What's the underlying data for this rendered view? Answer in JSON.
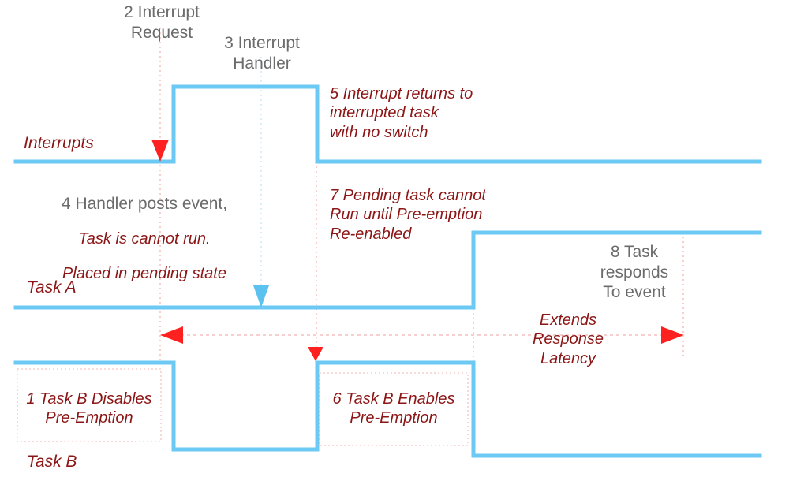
{
  "meta": {
    "title": "Pre-emption disabled interrupt latency timing diagram",
    "colors": {
      "waveform_blue": "#6bc9f4",
      "annotation_red": "#8c1616",
      "annotation_gray": "#6b6b6b",
      "arrow_red": "#ff2020",
      "arrow_blue": "#5bc2f0",
      "guide_dotted": "#f7cfcf",
      "background": "#ffffff"
    }
  },
  "lanes": [
    {
      "id": "interrupts",
      "label": "Interrupts"
    },
    {
      "id": "task_a",
      "label": "Task A"
    },
    {
      "id": "task_b",
      "label": "Task B"
    }
  ],
  "annotations": [
    {
      "id": "step-2",
      "style": "gray",
      "align": "center",
      "text": "2 Interrupt\nRequest"
    },
    {
      "id": "step-3",
      "style": "gray",
      "align": "center",
      "text": "3 Interrupt\nHandler"
    },
    {
      "id": "step-5",
      "style": "red",
      "align": "left",
      "text": "5 Interrupt returns to\ninterrupted task\nwith no switch"
    },
    {
      "id": "step-4",
      "style": "mixed",
      "align": "center",
      "line1_gray": "4 Handler posts event,",
      "line2_red": "Task is cannot run.",
      "line3_red": "Placed in pending state"
    },
    {
      "id": "step-7",
      "style": "red",
      "align": "left",
      "text": "7 Pending task cannot\nRun until Pre-emption\nRe-enabled"
    },
    {
      "id": "step-8",
      "style": "gray",
      "align": "center",
      "text": "8 Task\nresponds\nTo event"
    },
    {
      "id": "step-1",
      "style": "red",
      "align": "center",
      "text": "1 Task B Disables\nPre-Emption"
    },
    {
      "id": "step-6",
      "style": "red",
      "align": "center",
      "text": "6 Task B Enables\nPre-Emption"
    },
    {
      "id": "latency",
      "style": "red",
      "align": "center",
      "text": "Extends\nResponse\nLatency"
    }
  ],
  "chart_data": {
    "type": "line",
    "title": "Pre-emption disabled interrupt latency timing diagram",
    "xlabel": "",
    "ylabel": "",
    "grid": false,
    "legend": "none",
    "xlim": [
      20,
      963
    ],
    "series": [
      {
        "name": "Interrupts",
        "level_high_y": 110,
        "level_low_y": 205,
        "points": [
          {
            "x": 20,
            "state": "low"
          },
          {
            "x": 220,
            "state": "rise"
          },
          {
            "x": 402,
            "state": "fall"
          },
          {
            "x": 963,
            "state": "low"
          }
        ]
      },
      {
        "name": "Task A",
        "level_high_y": 295,
        "level_low_y": 392,
        "points": [
          {
            "x": 20,
            "state": "low"
          },
          {
            "x": 600,
            "state": "rise"
          },
          {
            "x": 963,
            "state": "high"
          }
        ]
      },
      {
        "name": "Task B",
        "level_high_y": 460,
        "level_low_y": 570,
        "points": [
          {
            "x": 20,
            "state": "high"
          },
          {
            "x": 220,
            "state": "fall"
          },
          {
            "x": 402,
            "state": "rise"
          },
          {
            "x": 600,
            "state": "fall"
          },
          {
            "x": 963,
            "state": "low"
          }
        ]
      }
    ],
    "markers": [
      {
        "name": "interrupt-request-arrow",
        "color": "#ff2020",
        "direction": "down",
        "x": 203,
        "y_tip": 205
      },
      {
        "name": "event-posted-arrow",
        "color": "#5bc2f0",
        "direction": "down",
        "x": 331,
        "y_tip": 390
      },
      {
        "name": "preemption-enable-arrow",
        "color": "#ff2020",
        "direction": "down",
        "x": 400,
        "y_tip": 460
      },
      {
        "name": "latency-span-left-arrow",
        "color": "#ff2020",
        "direction": "left",
        "x_tip": 203,
        "y": 425
      },
      {
        "name": "latency-span-right-arrow",
        "color": "#ff2020",
        "direction": "right",
        "x_tip": 867,
        "y": 425
      }
    ],
    "guides": [
      {
        "name": "guide-interrupt-request",
        "x": 203,
        "y1": 35,
        "y2": 458
      },
      {
        "name": "guide-handler-posts-event",
        "x": 331,
        "y1": 72,
        "y2": 390
      },
      {
        "name": "guide-interrupt-return",
        "x": 401,
        "y1": 205,
        "y2": 455
      },
      {
        "name": "guide-task-a-resume",
        "x": 600,
        "y1": 295,
        "y2": 460
      },
      {
        "name": "guide-response",
        "x": 866,
        "y1": 300,
        "y2": 452
      },
      {
        "name": "latency-span-line",
        "y": 425,
        "x1": 203,
        "x2": 867
      }
    ]
  }
}
